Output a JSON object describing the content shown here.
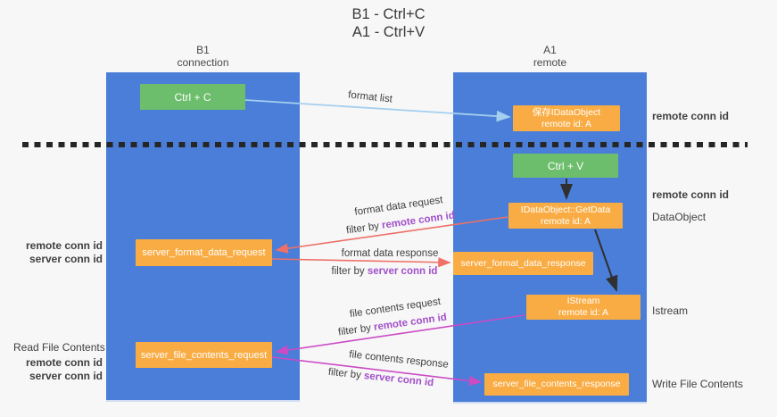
{
  "title": {
    "line1": "B1 - Ctrl+C",
    "line2": "A1 - Ctrl+V"
  },
  "lanes": {
    "left": {
      "name": "B1",
      "sub": "connection"
    },
    "right": {
      "name": "A1",
      "sub": "remote"
    }
  },
  "nodes": {
    "ctrl_c": "Ctrl + C",
    "ctrl_v": "Ctrl + V",
    "save_idataobject": {
      "line1": "保存IDataObject",
      "line2": "remote id: A"
    },
    "getdata": {
      "line1": "IDataObject::GetData",
      "line2": "remote id: A"
    },
    "istream": {
      "line1": "IStream",
      "line2": "remote id: A"
    },
    "server_format_data_request": "server_format_data_request",
    "server_format_data_response": "server_format_data_response",
    "server_file_contents_request": "server_file_contents_request",
    "server_file_contents_response": "server_file_contents_response"
  },
  "edge_labels": {
    "format_list": "format list",
    "format_data_request": "format data request",
    "format_data_response": "format data response",
    "file_contents_request": "file contents request",
    "file_contents_response": "file contents response",
    "filter_by": "filter by "
  },
  "annotations": {
    "remote_conn_id": "remote conn id",
    "server_conn_id": "server conn id",
    "dataobject": "DataObject",
    "istream": "Istream",
    "read_file_contents": "Read File Contents",
    "write_file_contents": "Write File Contents"
  },
  "colors": {
    "lane_fill": "#4a7ed8",
    "node_orange": "#f9ac43",
    "node_green": "#6cbd6c",
    "arrow_salmon": "#ee7066",
    "arrow_magenta": "#cb4bc5",
    "arrow_lightblue": "#a5cfee",
    "arrow_black": "#303030",
    "text_purple": "#a24fc8",
    "text_green": "#4fae54",
    "background": "#f7f7f8"
  }
}
